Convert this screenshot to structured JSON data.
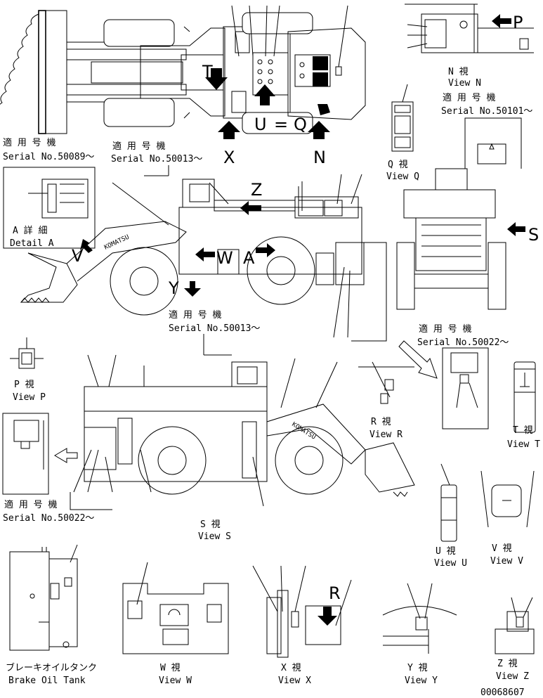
{
  "serial_labels": {
    "jp": "適 用 号 機",
    "s50089": "Serial No.50089～",
    "s50013a": "Serial No.50013～",
    "s50013b": "Serial No.50013～",
    "s50101": "Serial No.50101～",
    "s50022a": "Serial No.50022～",
    "s50022b": "Serial No.50022～"
  },
  "detail_a": {
    "jp": "A 詳 細",
    "en": "Detail A"
  },
  "views": {
    "n": {
      "jp": "N 視",
      "en": "View N"
    },
    "q": {
      "jp": "Q 視",
      "en": "View Q"
    },
    "p": {
      "jp": "P 視",
      "en": "View P"
    },
    "r": {
      "jp": "R 視",
      "en": "View R"
    },
    "t": {
      "jp": "T 視",
      "en": "View T"
    },
    "s": {
      "jp": "S 視",
      "en": "View S"
    },
    "u": {
      "jp": "U 視",
      "en": "View U"
    },
    "v": {
      "jp": "V 視",
      "en": "View V"
    },
    "w": {
      "jp": "W 視",
      "en": "View W"
    },
    "x": {
      "jp": "X 視",
      "en": "View X"
    },
    "y": {
      "jp": "Y 視",
      "en": "View Y"
    },
    "z": {
      "jp": "Z 視",
      "en": "View Z"
    }
  },
  "brake_tank": {
    "jp": "ブレーキオイルタンク",
    "en": "Brake Oil Tank"
  },
  "view_letters": {
    "x": "X",
    "n": "N",
    "t": "T",
    "u": "U",
    "eq": "=",
    "q": "Q",
    "z": "Z",
    "s": "S",
    "v": "V",
    "w": "W",
    "a": "A",
    "y": "Y",
    "p": "P",
    "r": "R"
  },
  "brand_text": "KOMATSU",
  "drawing_number": "00068607"
}
